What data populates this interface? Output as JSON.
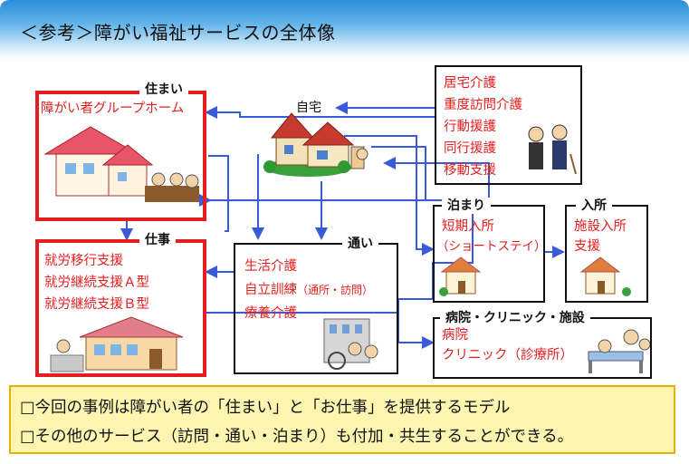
{
  "header": {
    "title": "＜参考＞障がい福祉サービスの全体像"
  },
  "home": {
    "label": "自宅"
  },
  "housing": {
    "title": "住まい",
    "items": [
      "障がい者グループホーム"
    ]
  },
  "work": {
    "title": "仕事",
    "items": [
      "就労移行支援",
      "就労継続支援Ａ型",
      "就労継続支援Ｂ型"
    ]
  },
  "visit": {
    "items": [
      "居宅介護",
      "重度訪問介護",
      "行動援護",
      "同行援護",
      "移動支援"
    ]
  },
  "commute": {
    "title": "通い",
    "items": [
      "生活介護",
      "自立訓練",
      "療養介護"
    ],
    "sub": "（通所・訪問）"
  },
  "stay": {
    "title": "泊まり",
    "items": [
      "短期入所",
      "（ショートステイ）"
    ]
  },
  "admission": {
    "title": "入所",
    "items": [
      "施設入所",
      "支援"
    ]
  },
  "hospital": {
    "title": "病院・クリニック・施設",
    "items": [
      "病院",
      "クリニック（診療所）"
    ]
  },
  "notes": [
    "□今回の事例は障がい者の「住まい」と「お仕事」を提供するモデル",
    "□その他のサービス（訪問・通い・泊まり）も付加・共生することができる。"
  ],
  "colors": {
    "accent_red": "#e41e1e",
    "arrow_blue": "#3a5bd9",
    "note_bg": "#fdf5b0",
    "header_blue": "#2b8fd8"
  }
}
